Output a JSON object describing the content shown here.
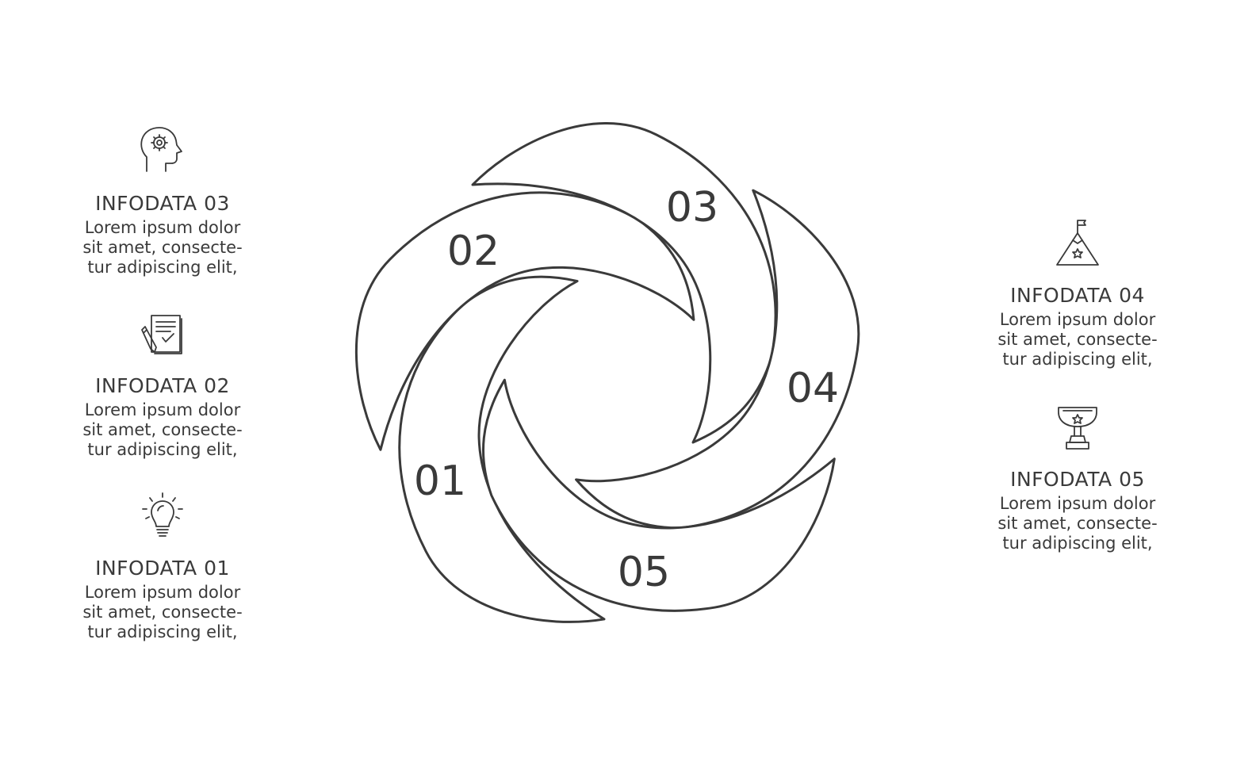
{
  "segments": [
    {
      "label": "01"
    },
    {
      "label": "02"
    },
    {
      "label": "03"
    },
    {
      "label": "04"
    },
    {
      "label": "05"
    }
  ],
  "info": {
    "left": [
      {
        "icon": "head-gear-icon",
        "title": "INFODATA 03",
        "lines": [
          "Lorem ipsum dolor",
          "sit amet, consecte-",
          "tur adipiscing elit,"
        ]
      },
      {
        "icon": "document-pen-icon",
        "title": "INFODATA 02",
        "lines": [
          "Lorem ipsum dolor",
          "sit amet, consecte-",
          "tur adipiscing elit,"
        ]
      },
      {
        "icon": "lightbulb-icon",
        "title": "INFODATA 01",
        "lines": [
          "Lorem ipsum dolor",
          "sit amet, consecte-",
          "tur adipiscing elit,"
        ]
      }
    ],
    "right": [
      {
        "icon": "mountain-flag-icon",
        "title": "INFODATA 04",
        "lines": [
          "Lorem ipsum dolor",
          "sit amet, consecte-",
          "tur adipiscing elit,"
        ]
      },
      {
        "icon": "trophy-icon",
        "title": "INFODATA 05",
        "lines": [
          "Lorem ipsum dolor",
          "sit amet, consecte-",
          "tur adipiscing elit,"
        ]
      }
    ]
  },
  "colors": {
    "stroke": "#3a3a3a",
    "background": "#ffffff"
  }
}
